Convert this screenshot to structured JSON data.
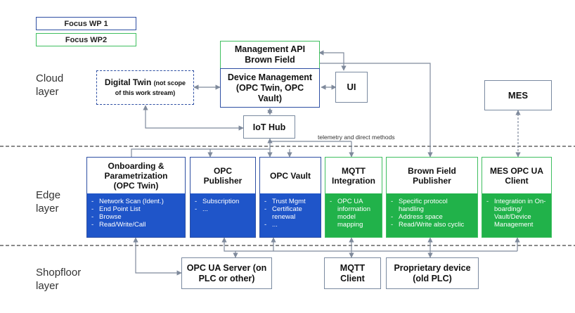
{
  "legend": {
    "wp1": "Focus WP 1",
    "wp2": "Focus WP2"
  },
  "layers": {
    "cloud": [
      "Cloud",
      "layer"
    ],
    "edge": [
      "Edge",
      "layer"
    ],
    "shopfloor": [
      "Shopfloor",
      "layer"
    ]
  },
  "cloud": {
    "mgmt_api": [
      "Management  API",
      "Brown Field"
    ],
    "device_mgmt": [
      "Device Management",
      "(OPC Twin, OPC",
      "Vault)"
    ],
    "ui": "UI",
    "digital_twin": {
      "title": "Digital Twin",
      "note1": "(not scope",
      "note2": "of this work stream)"
    },
    "iot_hub": "IoT Hub",
    "mes": "MES",
    "telemetry": "telemetry and direct methods"
  },
  "edge": {
    "onboarding": {
      "title": [
        "Onboarding &",
        "Parametrization",
        "(OPC Twin)"
      ],
      "items": [
        "Network Scan (Ident.)",
        "End Point List",
        "Browse",
        "Read/Write/Call"
      ]
    },
    "publisher": {
      "title": [
        "OPC",
        "Publisher"
      ],
      "items": [
        "Subscription",
        "..."
      ]
    },
    "vault": {
      "title": [
        "OPC Vault"
      ],
      "items": [
        "Trust Mgmt",
        "Certificate renewal",
        "..."
      ]
    },
    "mqtt": {
      "title": [
        "MQTT",
        "Integration"
      ],
      "items": [
        "OPC UA information model mapping"
      ]
    },
    "brownfield": {
      "title": [
        "Brown Field",
        "Publisher"
      ],
      "items": [
        "Specific protocol handling",
        "Address space",
        "Read/Write also cyclic"
      ]
    },
    "mes_client": {
      "title": [
        "MES OPC UA",
        "Client"
      ],
      "items": [
        "Integration in On-boarding/ Vault/Device Management"
      ]
    }
  },
  "shopfloor": {
    "opc_server": [
      "OPC UA Server (on",
      "PLC or other)"
    ],
    "mqtt_client": [
      "MQTT",
      "Client"
    ],
    "proprietary": [
      "Proprietary device",
      "(old PLC)"
    ]
  },
  "colors": {
    "wp1_blue": "#2e4fa3",
    "wp1_fill": "#1f55c9",
    "wp2_green": "#3fbf5f",
    "wp2_fill": "#21b24a",
    "arrow_gray": "#7f8a9c"
  }
}
